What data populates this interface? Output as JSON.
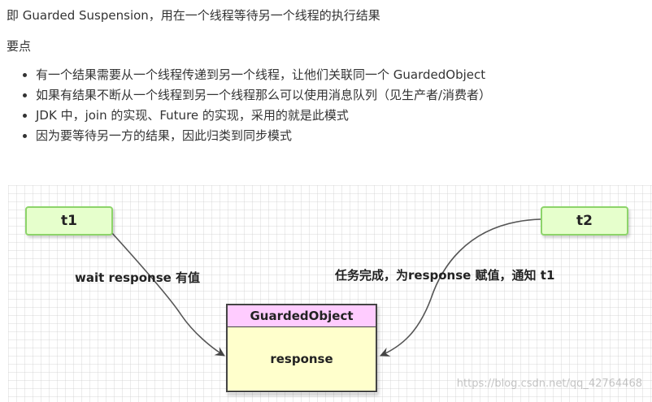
{
  "intro": "即 Guarded Suspension，用在一个线程等待另一个线程的执行结果",
  "heading": "要点",
  "points": [
    "有一个结果需要从一个线程传递到另一个线程，让他们关联同一个 GuardedObject",
    "如果有结果不断从一个线程到另一个线程那么可以使用消息队列（见生产者/消费者）",
    "JDK 中，join 的实现、Future 的实现，采用的就是此模式",
    "因为要等待另一方的结果，因此归类到同步模式"
  ],
  "diagram": {
    "t1": "t1",
    "t2": "t2",
    "object_title": "GuardedObject",
    "object_field": "response",
    "wait_label": "wait response 有值",
    "notify_label": "任务完成，为response 赋值，通知 t1",
    "watermark_url": "https://blog.csdn.net/qq_42764468"
  }
}
